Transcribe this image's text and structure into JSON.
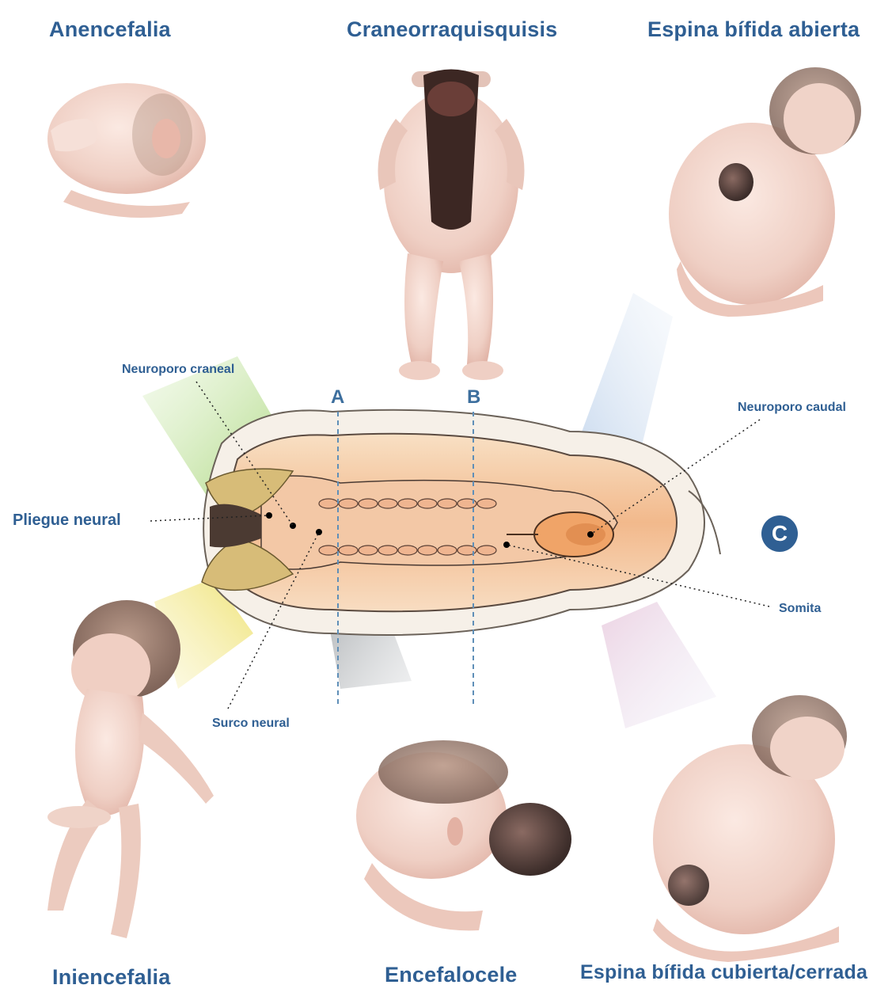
{
  "conditions": {
    "anencephaly": "Anencefalia",
    "craniorachischisis": "Craneorraquisquisis",
    "open_spina_bifida": "Espina bífida abierta",
    "iniencephaly": "Iniencefalia",
    "encephalocele": "Encefalocele",
    "closed_spina_bifida": "Espina bífida cubierta/cerrada"
  },
  "embryo_labels": {
    "cranial_neuropore": "Neuroporo craneal",
    "caudal_neuropore": "Neuroporo caudal",
    "neural_fold": "Pliegue neural",
    "neural_groove": "Surco neural",
    "somite": "Somita"
  },
  "section_markers": {
    "a": "A",
    "b": "B"
  },
  "panel_letter": "C",
  "colors": {
    "label_blue": "#2f5f93",
    "skin": "#f2d6cc",
    "embryo": "#f4c79a",
    "green_wedge": "#b8dc8a",
    "yellow_wedge": "#f0e47a",
    "blue_wedge": "#b9cfe8",
    "gray_wedge": "#9fa4a8"
  }
}
